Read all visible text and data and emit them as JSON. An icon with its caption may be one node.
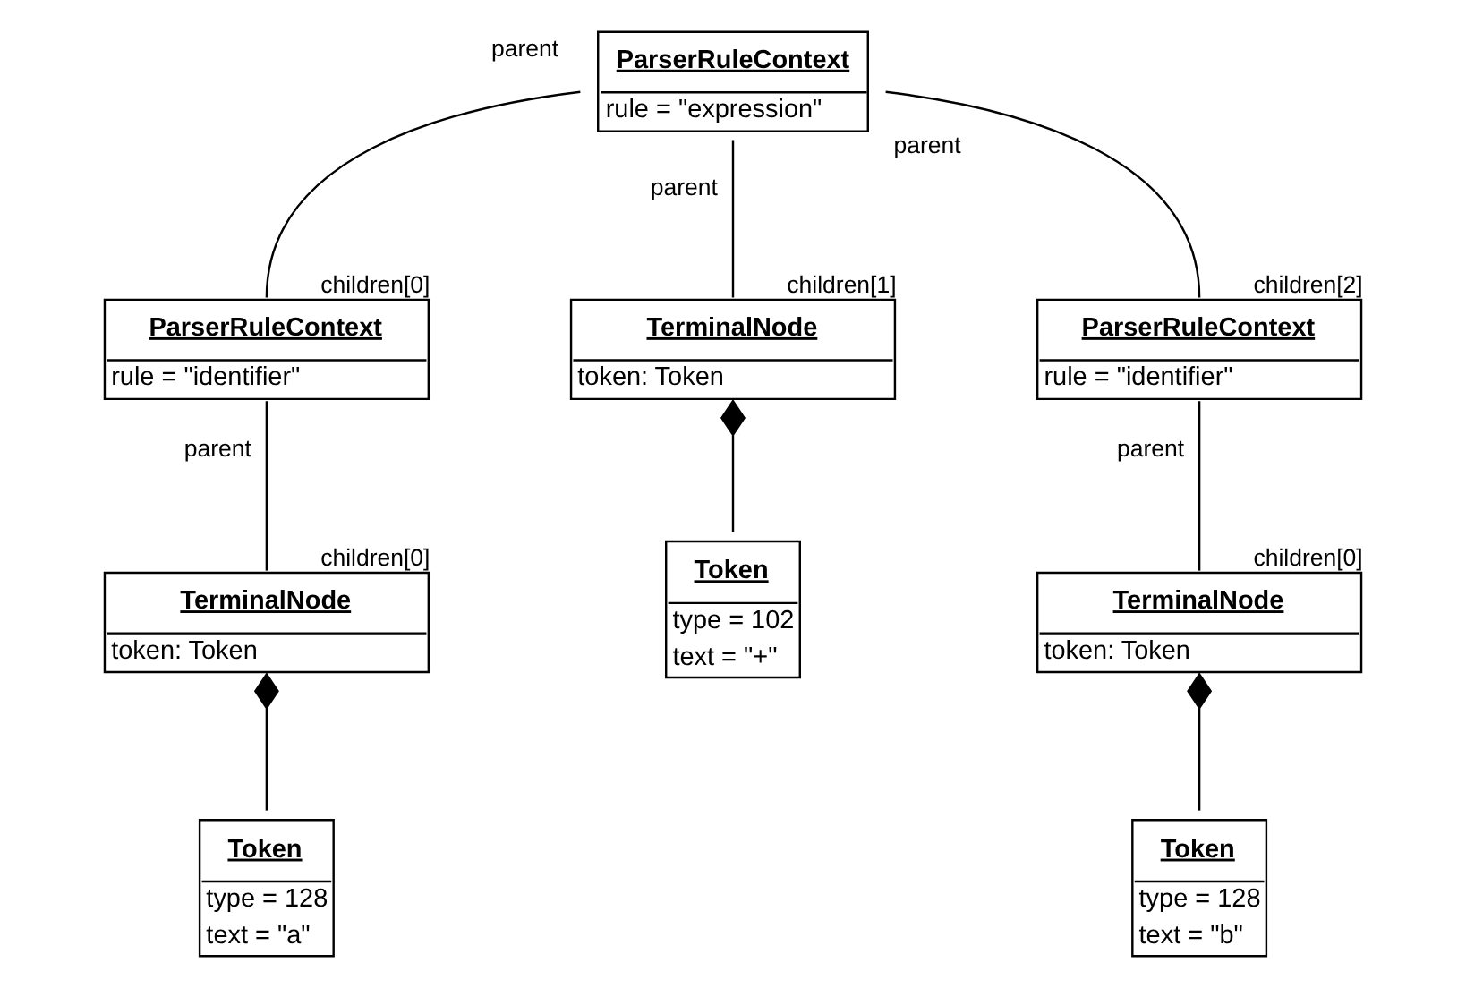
{
  "diagram": {
    "nodes": [
      {
        "text": [
          "ParserRuleContext",
          "rule = \"expression\""
        ]
      },
      {
        "text": [
          "ParserRuleContext",
          "rule = \"identifier\""
        ],
        "beside": [
          "children[0]"
        ]
      },
      {
        "text": [
          "TerminalNode",
          "token: Token"
        ],
        "beside": [
          "children[1]"
        ]
      },
      {
        "text": [
          "ParserRuleContext",
          "rule = \"identifier\""
        ],
        "beside": [
          "children[2]"
        ]
      },
      {
        "text": [
          "TerminalNode",
          "token: Token"
        ],
        "beside": [
          "children[0]"
        ]
      },
      {
        "text": [
          "Token",
          "type = 102",
          "text = \"+\""
        ]
      },
      {
        "text": [
          "TerminalNode",
          "token: Token"
        ],
        "beside": [
          "children[0]"
        ]
      },
      {
        "text": [
          "Token",
          "type = 128",
          "text = \"a\""
        ]
      },
      {
        "text": [
          "Token",
          "type = 128",
          "text = \"b\""
        ]
      }
    ],
    "edges": [
      {
        "from": 0,
        "to": 1,
        "arrow": "none",
        "label": "parent"
      },
      {
        "from": 0,
        "to": 2,
        "arrow": "none",
        "label": "parent"
      },
      {
        "from": 0,
        "to": 3,
        "arrow": "none",
        "label": "parent"
      },
      {
        "from": 1,
        "to": 4,
        "arrow": "none",
        "label": "parent"
      },
      {
        "from": 2,
        "to": 5,
        "arrow": "other"
      },
      {
        "from": 3,
        "to": 6,
        "arrow": "none",
        "label": "parent"
      },
      {
        "from": 4,
        "to": 7,
        "arrow": "other"
      },
      {
        "from": 6,
        "to": 8,
        "arrow": "other"
      }
    ]
  }
}
